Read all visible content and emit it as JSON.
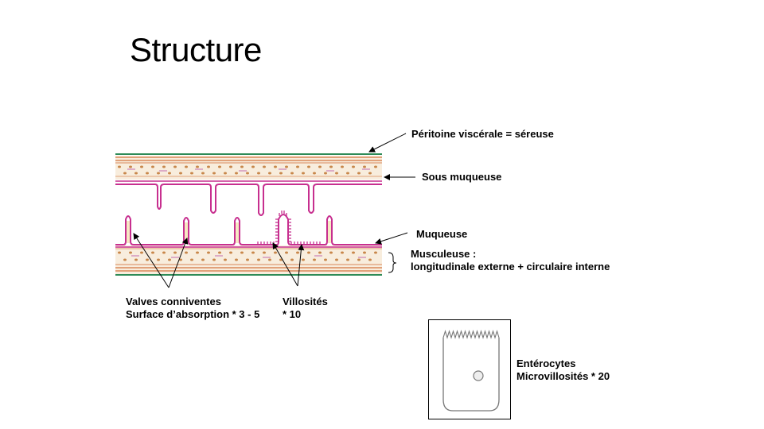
{
  "slide": {
    "title": "Structure"
  },
  "labels": {
    "peritoine": "Péritoine viscérale = séreuse",
    "sous_muqueuse": "Sous muqueuse",
    "muqueuse": "Muqueuse",
    "musculeuse_line1": "Musculeuse :",
    "musculeuse_line2": "longitudinale externe + circulaire interne",
    "valves_line1": "Valves conniventes",
    "valves_line2": "Surface d’absorption * 3 - 5",
    "villosites_line1": "Villosités",
    "villosites_line2": "* 10",
    "enterocytes_line1": "Entérocytes",
    "enterocytes_line2": "Microvillosités * 20"
  },
  "colors": {
    "serosa": "#2e8b57",
    "muscle_line": "#d9885a",
    "muscle_fill": "#f7ead8",
    "dots": "#c8874a",
    "mucosa": "#c72f8f",
    "dash": "#c26cae"
  }
}
